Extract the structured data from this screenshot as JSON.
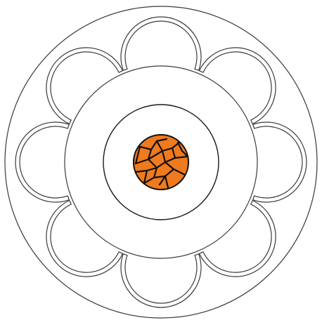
{
  "figure": {
    "colors": {
      "background": "#ffffff",
      "outline": "#3a3a3a",
      "inner_outline": "#1a1a1a",
      "core_fill": "#f07a1e",
      "core_cracks": "#111111"
    },
    "petal_count": 8,
    "components": [
      "outer-circle",
      "scalloped-petal-ring",
      "middle-circle",
      "inner-circle",
      "cracked-core"
    ]
  }
}
